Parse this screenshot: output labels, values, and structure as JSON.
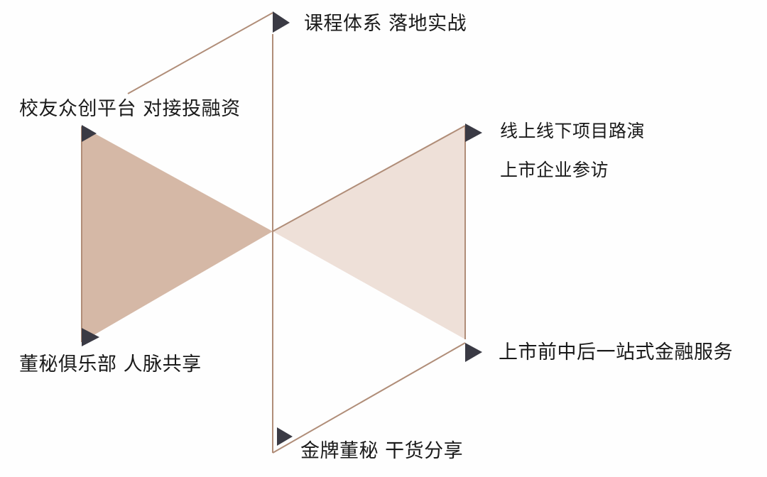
{
  "colors": {
    "left_fill": "#d5b8a6",
    "right_fill": "#eee0d8",
    "line": "#b08d78",
    "marker": "#3a3a44",
    "text": "#1a1a1a"
  },
  "labels": {
    "top": "课程体系 落地实战",
    "upper_left": "校友众创平台 对接投融资",
    "right_1": "线上线下项目路演",
    "right_2": "上市企业参访",
    "lower_right": "上市前中后一站式金融服务",
    "lower_left": "董秘俱乐部 人脉共享",
    "bottom": "金牌董秘 干货分享"
  },
  "markers": [
    {
      "name": "top-marker-icon",
      "shape": "right-triangle"
    },
    {
      "name": "upper-left-marker-icon",
      "shape": "right-triangle"
    },
    {
      "name": "right-marker-icon",
      "shape": "right-triangle"
    },
    {
      "name": "lower-right-marker-icon",
      "shape": "right-triangle"
    },
    {
      "name": "lower-left-marker-icon",
      "shape": "right-triangle"
    },
    {
      "name": "bottom-marker-icon",
      "shape": "right-triangle"
    }
  ]
}
